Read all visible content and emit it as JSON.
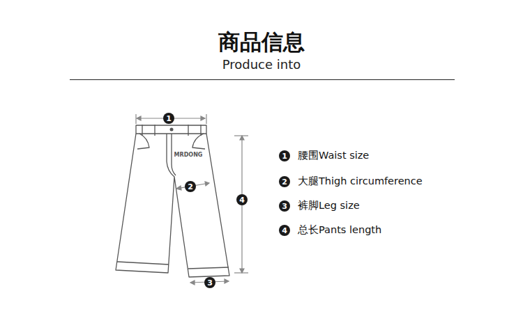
{
  "diagram": {
    "title": "商品信息",
    "nodes": [
      {
        "text": [
          "1"
        ]
      },
      {
        "text": [
          "2"
        ]
      },
      {
        "text": [
          "4"
        ]
      },
      {
        "text": [
          "3"
        ]
      },
      {
        "text": [
          "1"
        ]
      },
      {
        "text": [
          "2"
        ]
      },
      {
        "text": [
          "3"
        ]
      },
      {
        "text": [
          "4"
        ]
      }
    ],
    "labels": [
      "Produce into",
      "MRDONG",
      "腰围Waist size",
      "大腿Thigh circumference",
      "裤脚Leg size",
      "总长Pants length"
    ]
  }
}
